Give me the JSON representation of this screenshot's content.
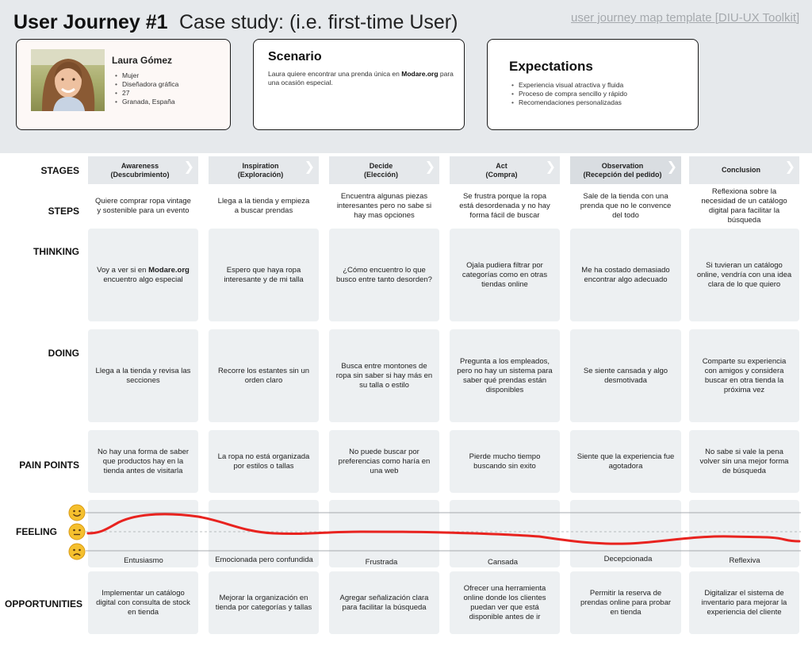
{
  "header": {
    "title": "User Journey #1",
    "subtitle": "Case study: (i.e. first-time User)",
    "template_link": "user journey map template [DIU-UX Toolkit]"
  },
  "persona": {
    "name": "Laura Gómez",
    "details": [
      "Mujer",
      "Diseñadora gráfica",
      "27",
      "Granada, España"
    ]
  },
  "scenario": {
    "title": "Scenario",
    "text_before": "Laura quiere encontrar una prenda única en ",
    "brand": "Modare.org",
    "text_after": " para una ocasión especial."
  },
  "expectations": {
    "title": "Expectations",
    "items": [
      "Experiencia visual atractiva y fluida",
      "Proceso de compra sencillo y rápido",
      "Recomendaciones personalizadas"
    ]
  },
  "row_labels": {
    "stages": "STAGES",
    "steps": "STEPS",
    "thinking": "THINKING",
    "doing": "DOING",
    "pain_points": "PAIN POINTS",
    "feeling": "FEELING",
    "opportunities": "OPPORTUNITIES"
  },
  "stages": [
    {
      "name": "Awareness",
      "sub": "(Descubrimiento)"
    },
    {
      "name": "Inspiration",
      "sub": "(Exploración)"
    },
    {
      "name": "Decide",
      "sub": "(Elección)"
    },
    {
      "name": "Act",
      "sub": "(Compra)"
    },
    {
      "name": "Observation",
      "sub": "(Recepción del pedido)"
    },
    {
      "name": "Conclusion",
      "sub": ""
    }
  ],
  "steps": [
    "Quiere  comprar ropa vintage y sostenible para un evento",
    "Llega a la tienda y empieza a buscar prendas",
    "Encuentra algunas piezas interesantes pero no sabe si hay mas opciones",
    "Se frustra porque la ropa está desordenada y no hay forma fácil de buscar",
    "Sale de la tienda  con una prenda que no le convence del todo",
    "Reflexiona sobre la necesidad de un catálogo digital para facilitar la búsqueda"
  ],
  "thinking": [
    {
      "before": "Voy a ver si en ",
      "bold": "Modare.org",
      "after": " encuentro algo especial"
    },
    {
      "before": "Espero que haya ropa interesante y de mi talla",
      "bold": "",
      "after": ""
    },
    {
      "before": "¿Cómo encuentro lo que busco entre tanto desorden?",
      "bold": "",
      "after": ""
    },
    {
      "before": "Ojala pudiera filtrar por categorías como en otras tiendas online",
      "bold": "",
      "after": ""
    },
    {
      "before": "Me ha costado demasiado encontrar algo adecuado",
      "bold": "",
      "after": ""
    },
    {
      "before": "Si tuvieran un catálogo online, vendría con una idea clara de lo que quiero",
      "bold": "",
      "after": ""
    }
  ],
  "doing": [
    "Llega a la tienda y revisa las secciones",
    "Recorre los estantes sin un orden claro",
    "Busca entre montones de ropa sin saber si hay más en su talla o estilo",
    "Pregunta a los empleados, pero no hay un sistema para saber qué prendas están disponibles",
    "Se siente cansada y algo desmotivada",
    "Comparte su experiencia con amigos y considera buscar en otra tienda la próxima vez"
  ],
  "pain_points": [
    "No hay una forma de saber que productos hay en la tienda antes de visitarla",
    "La ropa no está organizada por estilos o tallas",
    "No puede buscar por preferencias como haría en una web",
    "Pierde mucho tiempo buscando sin exito",
    "Siente que la experiencia fue agotadora",
    "No sabe si vale la pena volver sin una mejor forma de búsqueda"
  ],
  "feelings": {
    "labels": [
      "Entusiasmo",
      "Emocionada pero confundida",
      "Frustrada",
      "Cansada",
      "Decepcionada",
      "Reflexiva"
    ],
    "curve_color": "#e8231f",
    "icons": [
      "smile-emoji-icon",
      "neutral-emoji-icon",
      "sad-emoji-icon"
    ]
  },
  "opportunities": [
    "Implementar un catálogo digital con consulta de stock en tienda",
    "Mejorar la organización en tienda por categorías y tallas",
    "Agregar señalización clara para facilitar la búsqueda",
    "Ofrecer una herramienta online donde los clientes puedan ver que está disponible antes de ir",
    "Permitir la reserva de prendas online para probar en tienda",
    "Digitalizar el sistema de inventario para mejorar la experiencia del cliente"
  ],
  "colors": {
    "header_bg": "#e6e9ec",
    "cell_bg": "#edf0f2",
    "stage_bg": "#e5e8eb",
    "emoji": "#f5c02e"
  }
}
